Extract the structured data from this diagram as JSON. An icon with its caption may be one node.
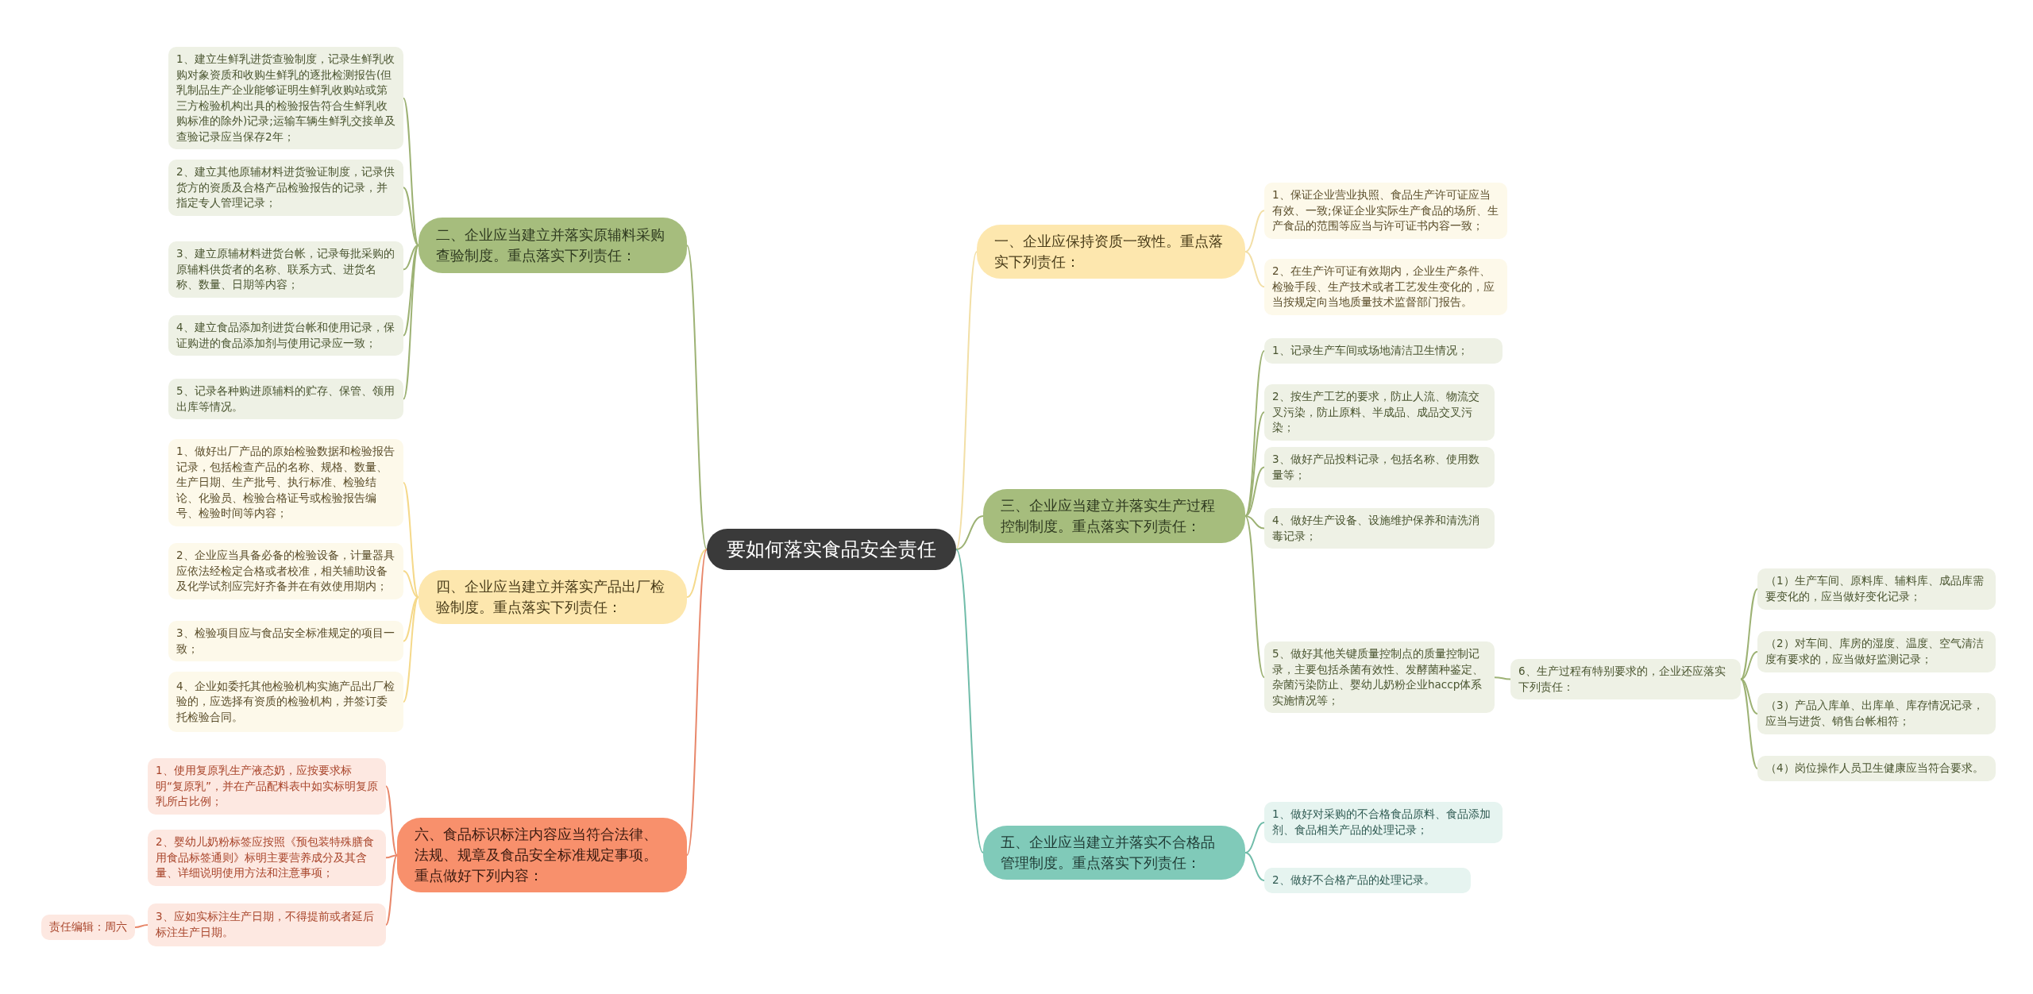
{
  "diagram": {
    "nodes": [
      {
        "text": [
          "要如何落实食品安全责任"
        ]
      },
      {
        "text": [
          "二、企业应当建立并落实原辅料采购查验制度。重点落实下列责任："
        ]
      },
      {
        "text": [
          "1、建立生鲜乳进货查验制度，记录生鲜乳收购对象资质和收购生鲜乳的逐批检测报告(但乳制品生产企业能够证明生鲜乳收购站或第三方检验机构出具的检验报告符合生鲜乳收购标准的除外)记录;运输车辆生鲜乳交接单及查验记录应当保存2年；"
        ]
      },
      {
        "text": [
          "2、建立其他原辅材料进货验证制度，记录供货方的资质及合格产品检验报告的记录，并指定专人管理记录；"
        ]
      },
      {
        "text": [
          "3、建立原辅材料进货台帐，记录每批采购的原辅料供货者的名称、联系方式、进货名称、数量、日期等内容；"
        ]
      },
      {
        "text": [
          "4、建立食品添加剂进货台帐和使用记录，保证购进的食品添加剂与使用记录应一致；"
        ]
      },
      {
        "text": [
          "5、记录各种购进原辅料的贮存、保管、领用出库等情况。"
        ]
      },
      {
        "text": [
          "四、企业应当建立并落实产品出厂检验制度。重点落实下列责任："
        ]
      },
      {
        "text": [
          "1、做好出厂产品的原始检验数据和检验报告记录，包括检查产品的名称、规格、数量、生产日期、生产批号、执行标准、检验结论、化验员、检验合格证号或检验报告编号、检验时间等内容；"
        ]
      },
      {
        "text": [
          "2、企业应当具备必备的检验设备，计量器具应依法经检定合格或者校准，相关辅助设备及化学试剂应完好齐备并在有效使用期内；"
        ]
      },
      {
        "text": [
          "3、检验项目应与食品安全标准规定的项目一致；"
        ]
      },
      {
        "text": [
          "4、企业如委托其他检验机构实施产品出厂检验的，应选择有资质的检验机构，并签订委托检验合同。"
        ]
      },
      {
        "text": [
          "六、食品标识标注内容应当符合法律、法规、规章及食品安全标准规定事项。重点做好下列内容："
        ]
      },
      {
        "text": [
          "1、使用复原乳生产液态奶，应按要求标明“复原乳”，并在产品配料表中如实标明复原乳所占比例；"
        ]
      },
      {
        "text": [
          "2、婴幼儿奶粉标签应按照《预包装特殊膳食用食品标签通则》标明主要营养成分及其含量、详细说明使用方法和注意事项；"
        ]
      },
      {
        "text": [
          "3、应如实标注生产日期，不得提前或者延后标注生产日期。"
        ]
      },
      {
        "text": [
          "责任编辑：周六"
        ]
      },
      {
        "text": [
          "一、企业应保持资质一致性。重点落实下列责任："
        ]
      },
      {
        "text": [
          "1、保证企业营业执照、食品生产许可证应当有效、一致;保证企业实际生产食品的场所、生产食品的范围等应当与许可证书内容一致；"
        ]
      },
      {
        "text": [
          "2、在生产许可证有效期内，企业生产条件、检验手段、生产技术或者工艺发生变化的，应当按规定向当地质量技术监督部门报告。"
        ]
      },
      {
        "text": [
          "三、企业应当建立并落实生产过程控制制度。重点落实下列责任："
        ]
      },
      {
        "text": [
          "1、记录生产车间或场地清洁卫生情况；"
        ]
      },
      {
        "text": [
          "2、按生产工艺的要求，防止人流、物流交叉污染，防止原料、半成品、成品交叉污染；"
        ]
      },
      {
        "text": [
          "3、做好产品投料记录，包括名称、使用数量等；"
        ]
      },
      {
        "text": [
          "4、做好生产设备、设施维护保养和清洗消毒记录；"
        ]
      },
      {
        "text": [
          "5、做好其他关键质量控制点的质量控制记录，主要包括杀菌有效性、发酵菌种鉴定、杂菌污染防止、婴幼儿奶粉企业haccp体系实施情况等；"
        ]
      },
      {
        "text": [
          "6、生产过程有特别要求的，企业还应落实下列责任："
        ]
      },
      {
        "text": [
          "（1）生产车间、原料库、辅料库、成品库需要变化的，应当做好变化记录；"
        ]
      },
      {
        "text": [
          "（2）对车间、库房的湿度、温度、空气清洁度有要求的，应当做好监测记录；"
        ]
      },
      {
        "text": [
          "（3）产品入库单、出库单、库存情况记录，应当与进货、销售台帐相符；"
        ]
      },
      {
        "text": [
          "（4）岗位操作人员卫生健康应当符合要求。"
        ]
      },
      {
        "text": [
          "五、企业应当建立并落实不合格品管理制度。重点落实下列责任："
        ]
      },
      {
        "text": [
          "1、做好对采购的不合格食品原料、食品添加剂、食品相关产品的处理记录；"
        ]
      },
      {
        "text": [
          "2、做好不合格产品的处理记录。"
        ]
      }
    ],
    "edges": [
      {
        "from": 0,
        "to": 1,
        "arrow": "none",
        "color": "#9db274"
      },
      {
        "from": 1,
        "to": 2,
        "arrow": "none",
        "color": "#9db274"
      },
      {
        "from": 1,
        "to": 3,
        "arrow": "none",
        "color": "#9db274"
      },
      {
        "from": 1,
        "to": 4,
        "arrow": "none",
        "color": "#9db274"
      },
      {
        "from": 1,
        "to": 5,
        "arrow": "none",
        "color": "#9db274"
      },
      {
        "from": 1,
        "to": 6,
        "arrow": "none",
        "color": "#9db274"
      },
      {
        "from": 0,
        "to": 7,
        "arrow": "none",
        "color": "#f5d98b"
      },
      {
        "from": 7,
        "to": 8,
        "arrow": "none",
        "color": "#f5d98b"
      },
      {
        "from": 7,
        "to": 9,
        "arrow": "none",
        "color": "#f5d98b"
      },
      {
        "from": 7,
        "to": 10,
        "arrow": "none",
        "color": "#f5d98b"
      },
      {
        "from": 7,
        "to": 11,
        "arrow": "none",
        "color": "#f5d98b"
      },
      {
        "from": 0,
        "to": 12,
        "arrow": "none",
        "color": "#e8876a"
      },
      {
        "from": 12,
        "to": 13,
        "arrow": "none",
        "color": "#e8876a"
      },
      {
        "from": 12,
        "to": 14,
        "arrow": "none",
        "color": "#e8876a"
      },
      {
        "from": 12,
        "to": 15,
        "arrow": "none",
        "color": "#e8876a"
      },
      {
        "from": 15,
        "to": 16,
        "arrow": "none",
        "color": "#e8876a"
      },
      {
        "from": 0,
        "to": 17,
        "arrow": "none",
        "color": "#f2dfa6"
      },
      {
        "from": 17,
        "to": 18,
        "arrow": "none",
        "color": "#f2dfa6"
      },
      {
        "from": 17,
        "to": 19,
        "arrow": "none",
        "color": "#f2dfa6"
      },
      {
        "from": 0,
        "to": 20,
        "arrow": "none",
        "color": "#9db274"
      },
      {
        "from": 20,
        "to": 21,
        "arrow": "none",
        "color": "#9db274"
      },
      {
        "from": 20,
        "to": 22,
        "arrow": "none",
        "color": "#9db274"
      },
      {
        "from": 20,
        "to": 23,
        "arrow": "none",
        "color": "#9db274"
      },
      {
        "from": 20,
        "to": 24,
        "arrow": "none",
        "color": "#9db274"
      },
      {
        "from": 20,
        "to": 25,
        "arrow": "none",
        "color": "#9db274"
      },
      {
        "from": 25,
        "to": 26,
        "arrow": "none",
        "color": "#9db274"
      },
      {
        "from": 26,
        "to": 27,
        "arrow": "none",
        "color": "#9db274"
      },
      {
        "from": 26,
        "to": 28,
        "arrow": "none",
        "color": "#9db274"
      },
      {
        "from": 26,
        "to": 29,
        "arrow": "none",
        "color": "#9db274"
      },
      {
        "from": 26,
        "to": 30,
        "arrow": "none",
        "color": "#9db274"
      },
      {
        "from": 0,
        "to": 31,
        "arrow": "none",
        "color": "#70bca9"
      },
      {
        "from": 31,
        "to": 32,
        "arrow": "none",
        "color": "#70bca9"
      },
      {
        "from": 31,
        "to": 33,
        "arrow": "none",
        "color": "#70bca9"
      }
    ]
  }
}
